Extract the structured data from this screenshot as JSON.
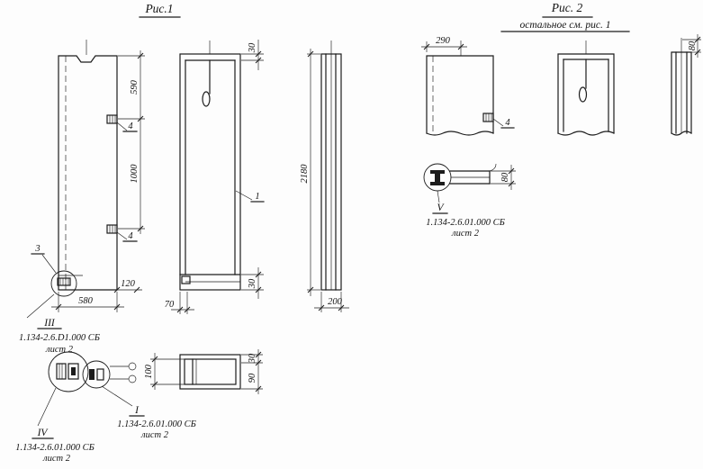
{
  "fig1": {
    "title": "Рис.1",
    "dims": {
      "top30": "30",
      "d590": "590",
      "d1000": "1000",
      "d2180": "2180",
      "d580": "580",
      "d120": "120",
      "d70": "70",
      "bottom30": "30",
      "d200": "200",
      "sec30": "30",
      "sec90": "90",
      "sec100": "100"
    },
    "callouts": {
      "c1": "1",
      "c3": "3",
      "c4u": "4",
      "c4l": "4"
    },
    "details": {
      "iii": {
        "label": "III",
        "ref": "1.134-2.6.D1.000 СБ",
        "sheet": "лист 2"
      },
      "iv": {
        "label": "IV",
        "ref": "1.134-2.6.01.000 СБ",
        "sheet": "лист 2"
      },
      "i": {
        "label": "I",
        "ref": "1.134-2.6.01.000 СБ",
        "sheet": "лист 2"
      }
    }
  },
  "fig2": {
    "title": "Рис. 2",
    "note": "остальное см. рис. 1",
    "dims": {
      "d290": "290",
      "plate80": "80",
      "profile80": "80"
    },
    "callouts": {
      "c4": "4"
    },
    "details": {
      "v": {
        "label": "V",
        "ref": "1.134-2.6.01.000 СБ",
        "sheet": "лист 2"
      }
    }
  }
}
